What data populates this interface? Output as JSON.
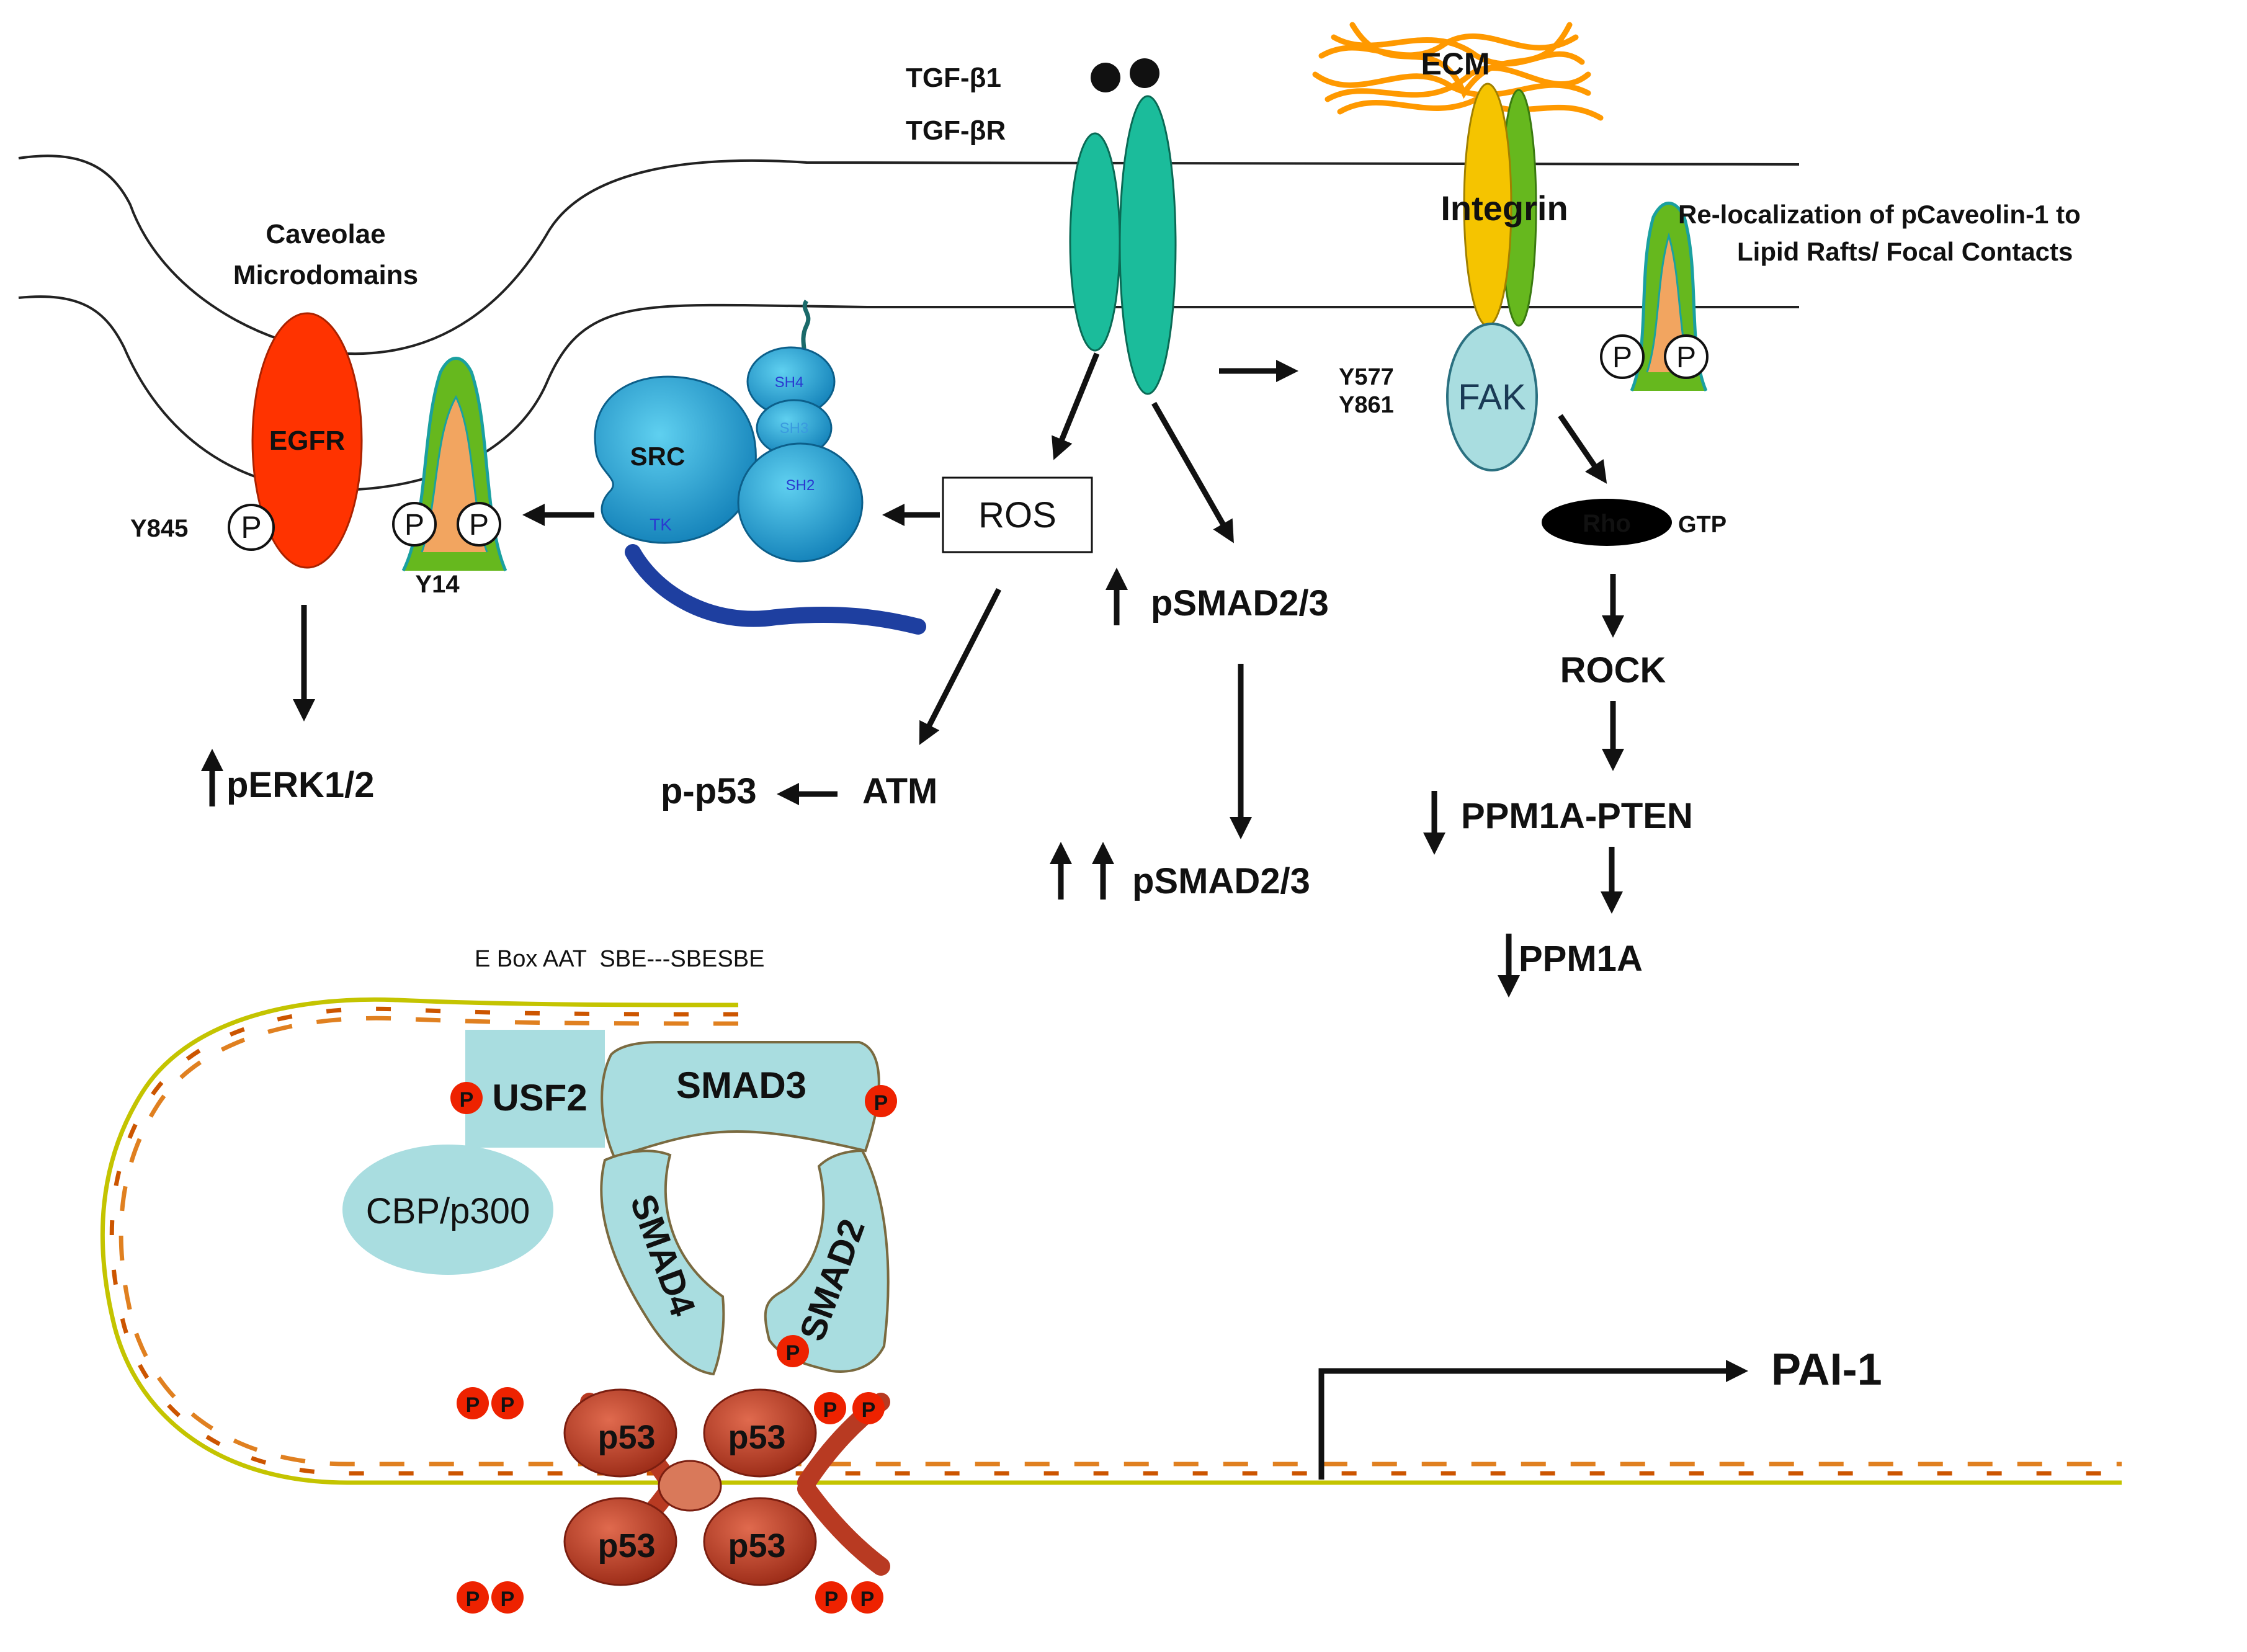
{
  "ligand": {
    "line1": "TGF-β1",
    "line2": "TGF-βR"
  },
  "ecm": "ECM",
  "integrin": "Integrin",
  "relocalization": {
    "line1": "Re-localization of pCaveolin-1 to",
    "line2": "Lipid Rafts/ Focal Contacts"
  },
  "caveolae": {
    "line1": "Caveolae",
    "line2": "Microdomains"
  },
  "egfr": "EGFR",
  "y845": "Y845",
  "y14": "Y14",
  "p": "P",
  "src": {
    "name": "SRC",
    "tk": "TK",
    "sh4": "SH4",
    "sh3": "SH3",
    "sh2": "SH2"
  },
  "ros": "ROS",
  "fak": {
    "name": "FAK",
    "y577": "Y577",
    "y861": "Y861"
  },
  "rho": {
    "name": "Rho",
    "gtp": "GTP"
  },
  "rock": "ROCK",
  "ppm1a_pten": "PPM1A-PTEN",
  "ppm1a": "PPM1A",
  "perk": "pERK1/2",
  "psmad_up1": "pSMAD2/3",
  "psmad_up2": "pSMAD2/3",
  "pp53": "p-p53",
  "atm": "ATM",
  "promoter": "E Box AAT  SBE---SBESBE",
  "usf2": "USF2",
  "cbp": "CBP/p300",
  "smad3": "SMAD3",
  "smad2": "SMAD2",
  "smad4": "SMAD4",
  "p53": "p53",
  "pai1": "PAI-1",
  "colors": {
    "receptor": "#1bbc9b",
    "egfr": "#ff3300",
    "src": "#1faed8",
    "nuclear": "#a9dde0",
    "p53": "#b83a22",
    "phospho": "#ee2200",
    "ecm": "#ff9900",
    "integrin_a": "#f5c400",
    "integrin_b": "#66b81e"
  }
}
